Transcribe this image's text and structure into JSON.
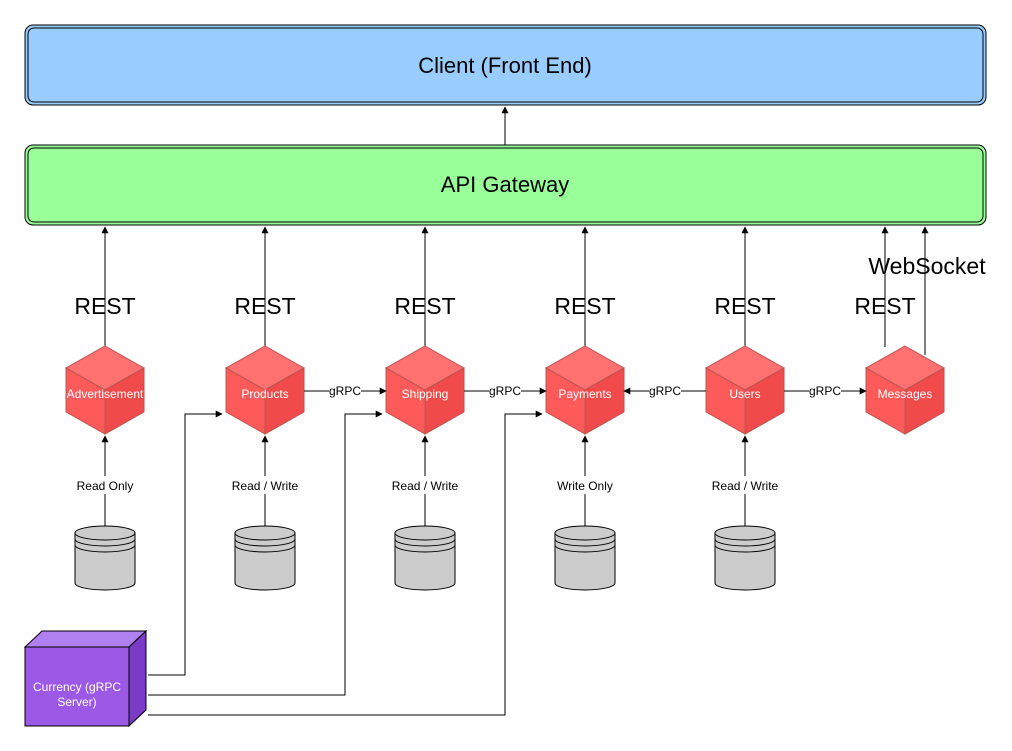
{
  "client": {
    "label": "Client (Front End)"
  },
  "gateway": {
    "label": "API Gateway"
  },
  "websocket_label": "WebSocket",
  "services": [
    {
      "key": "advertisement",
      "label": "Advertisement",
      "protocol": "REST",
      "db_access": "Read Only"
    },
    {
      "key": "products",
      "label": "Products",
      "protocol": "REST",
      "db_access": "Read / Write"
    },
    {
      "key": "shipping",
      "label": "Shipping",
      "protocol": "REST",
      "db_access": "Read / Write"
    },
    {
      "key": "payments",
      "label": "Payments",
      "protocol": "REST",
      "db_access": "Write Only"
    },
    {
      "key": "users",
      "label": "Users",
      "protocol": "REST",
      "db_access": "Read / Write"
    },
    {
      "key": "messages",
      "label": "Messages",
      "protocol": "REST"
    }
  ],
  "grpc_links": [
    {
      "from": "products",
      "to": "shipping",
      "label": "gRPC"
    },
    {
      "from": "shipping",
      "to": "payments",
      "label": "gRPC"
    },
    {
      "from": "users",
      "to": "payments",
      "label": "gRPC"
    },
    {
      "from": "users",
      "to": "messages",
      "label": "gRPC"
    }
  ],
  "currency": {
    "label_line1": "Currency (gRPC",
    "label_line2": "Server)"
  },
  "colors": {
    "client_fill": "#99ccff",
    "gateway_fill": "#99ff99",
    "cube_fill": "#ff5a5a",
    "cube_stroke": "#b85450",
    "db_fill": "#cccccc",
    "currency_fill": "#9b59e6"
  }
}
